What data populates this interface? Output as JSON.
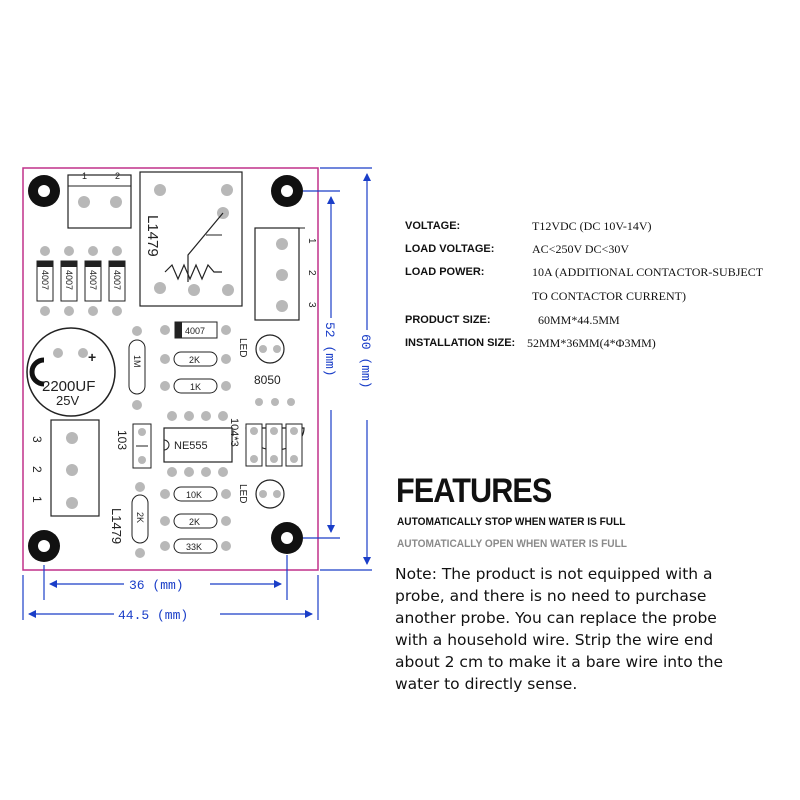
{
  "board": {
    "dim_width_pcb": "44.5 (mm)",
    "dim_width_holes": "36 (mm)",
    "dim_height_pcb": "60 (mm)",
    "dim_height_holes": "52 (mm)",
    "conn_top_pins": [
      "1",
      "2"
    ],
    "conn_right_pins": [
      "1",
      "2",
      "3"
    ],
    "conn_left_pins": [
      "3",
      "2",
      "1"
    ],
    "relay_label": "L1479",
    "bottom_connector_label": "L1479",
    "diode_small": "4007",
    "diodes": [
      "4007",
      "4007",
      "4007",
      "4007"
    ],
    "capacitor_value": "2200UF",
    "capacitor_voltage": "25V",
    "capacitor_polarity": "+",
    "r_vertical_top": "1M",
    "r_2k_top": "2K",
    "r_1k": "1K",
    "led_top": "LED",
    "transistor": "8050",
    "chip": "NE555",
    "cap_left": "103",
    "caps_right": "104*3",
    "r_10k": "10K",
    "r_2k_bottom": "2K",
    "r_33k": "33K",
    "r_vertical_bottom": "2K",
    "led_bottom": "LED"
  },
  "specs": [
    {
      "label": "VOLTAGE:",
      "value": "T12VDC (DC 10V-14V)"
    },
    {
      "label": "LOAD VOLTAGE:",
      "value": "AC<250V DC<30V"
    },
    {
      "label": "LOAD POWER:",
      "value": "10A (ADDITIONAL CONTACTOR-SUBJECT",
      "value2": "TO CONTACTOR CURRENT)"
    },
    {
      "label": "PRODUCT SIZE:",
      "value": "60MM*44.5MM"
    },
    {
      "label": "INSTALLATION SIZE:",
      "value": "52MM*36MM(4*Φ3MM)"
    }
  ],
  "features": {
    "title": "FEATURES",
    "items": [
      "AUTOMATICALLY STOP WHEN WATER IS FULL",
      "AUTOMATICALLY OPEN WHEN WATER IS FULL"
    ]
  },
  "note": {
    "lines": [
      "Note: The product is not equipped with a",
      "probe, and there is no need to purchase",
      "another probe. You can replace the probe",
      " with a household wire. Strip the wire end",
      "about 2 cm to make it a bare wire into the",
      "water to directly sense."
    ]
  },
  "colors": {
    "pcb_outline": "#c0318a",
    "dimension": "#1a3ec8",
    "silk": "#222222",
    "pad": "#b8b8b8"
  }
}
